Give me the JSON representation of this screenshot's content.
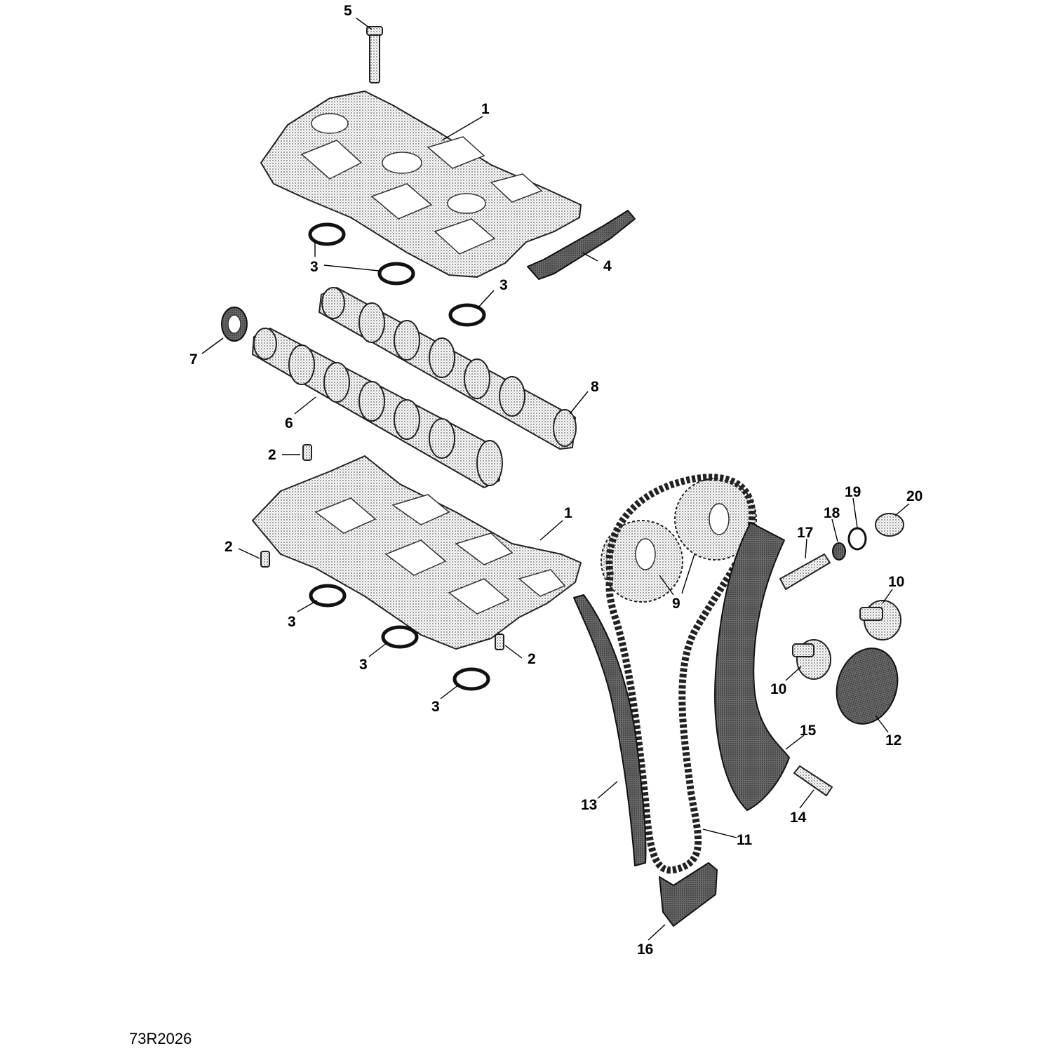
{
  "figure_ref": "73R2026",
  "callouts": [
    "5",
    "1",
    "3",
    "4",
    "3",
    "7",
    "8",
    "6",
    "2",
    "1",
    "2",
    "3",
    "3",
    "2",
    "3",
    "9",
    "19",
    "20",
    "18",
    "17",
    "10",
    "10",
    "12",
    "15",
    "13",
    "14",
    "11",
    "16"
  ]
}
